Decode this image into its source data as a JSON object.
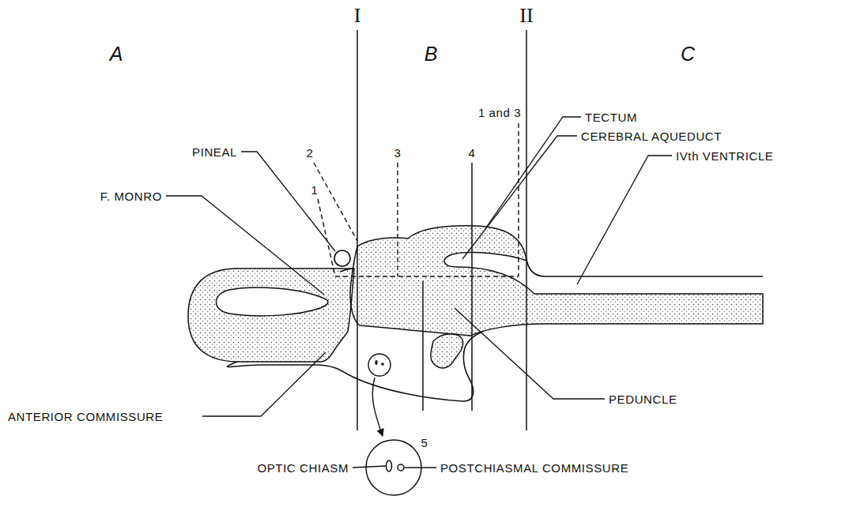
{
  "diagram": {
    "labels": [
      "I",
      "II",
      "A",
      "B",
      "C",
      "1 and 3",
      "2",
      "3",
      "4",
      "PINEAL",
      "TECTUM",
      "CEREBRAL AQUEDUCT",
      "IVth VENTRICLE",
      "1",
      "F. MONRO",
      "PEDUNCLE",
      "ANTERIOR COMMISSURE",
      "5",
      "OPTIC CHIASM",
      "POSTCHIASMAL COMMISSURE"
    ]
  }
}
